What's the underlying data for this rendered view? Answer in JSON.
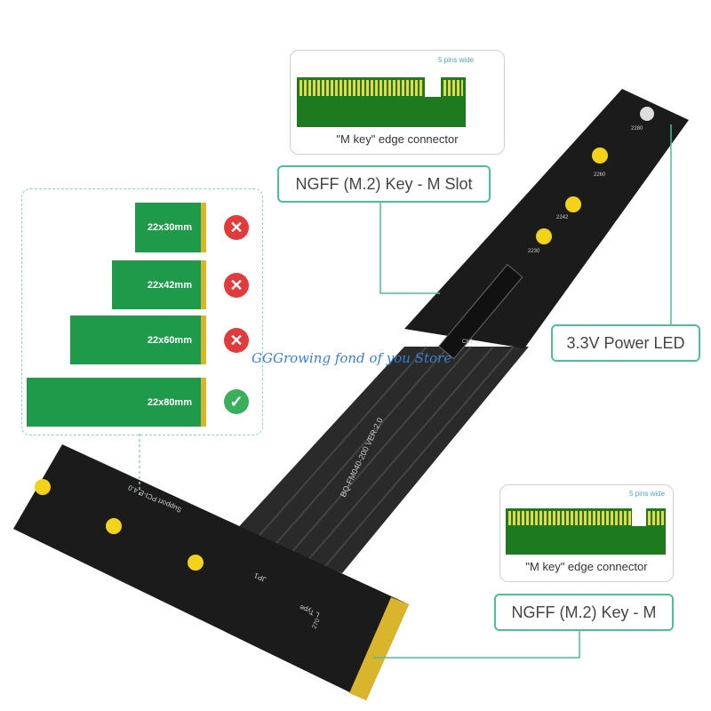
{
  "top_connector": {
    "caption": "\"M key\"  edge connector",
    "note": "5 pins wide"
  },
  "bottom_connector": {
    "caption": "\"M key\"  edge connector",
    "note": "5 pins wide"
  },
  "labels": {
    "slot": "NGFF (M.2) Key - M Slot",
    "led": "3.3V Power LED",
    "key": "NGFF (M.2) Key - M"
  },
  "sizes": [
    {
      "label": "22x30mm",
      "supported": false
    },
    {
      "label": "22x42mm",
      "supported": false
    },
    {
      "label": "22x60mm",
      "supported": false
    },
    {
      "label": "22x80mm",
      "supported": true
    }
  ],
  "marks": {
    "no": "✕",
    "yes": "✓"
  },
  "board": {
    "support": "Support PCI-E 4.0",
    "model": "BQ-FM040-200   VER:2.0",
    "jp": "JP1",
    "cn": "CN1",
    "ltype": "L Type",
    "angle": "270",
    "m2280": "2280",
    "m2260": "2260",
    "m2242": "2242",
    "m2230": "2230"
  },
  "watermark": "GGGrowing fond of you Store",
  "colors": {
    "accent": "#4bbf9a",
    "pcb": "#1e9a4a",
    "board": "#1b1b1b",
    "gold": "#d8b52a",
    "red": "#e23b3b",
    "green": "#3aae5a"
  }
}
